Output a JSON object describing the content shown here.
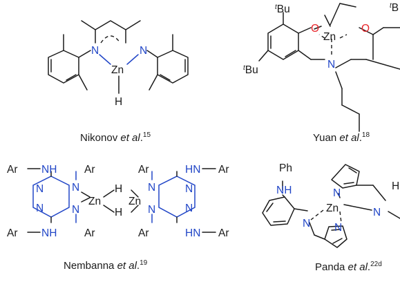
{
  "captions": {
    "nikonov": {
      "name": "Nikonov",
      "etal": "et al",
      "dot": ".",
      "ref": "15"
    },
    "yuan": {
      "name": "Yuan",
      "etal": "et al",
      "dot": ".",
      "ref": "18"
    },
    "nembanna": {
      "name": "Nembanna",
      "etal": "et al",
      "dot": ".",
      "ref": "19"
    },
    "panda": {
      "name": "Panda",
      "etal": "et al",
      "dot": ".",
      "ref": "22d"
    }
  },
  "atoms": {
    "N": "N",
    "Zn": "Zn",
    "H": "H",
    "O": "O",
    "Ar": "Ar",
    "Ph": "Ph",
    "NH": "NH",
    "HN": "HN",
    "tBu_sup": "t",
    "Bu": "Bu",
    "B": "B"
  },
  "colors": {
    "carbon": "#1a1a1a",
    "nitrogen": "#2146c7",
    "oxygen": "#e8252a"
  }
}
